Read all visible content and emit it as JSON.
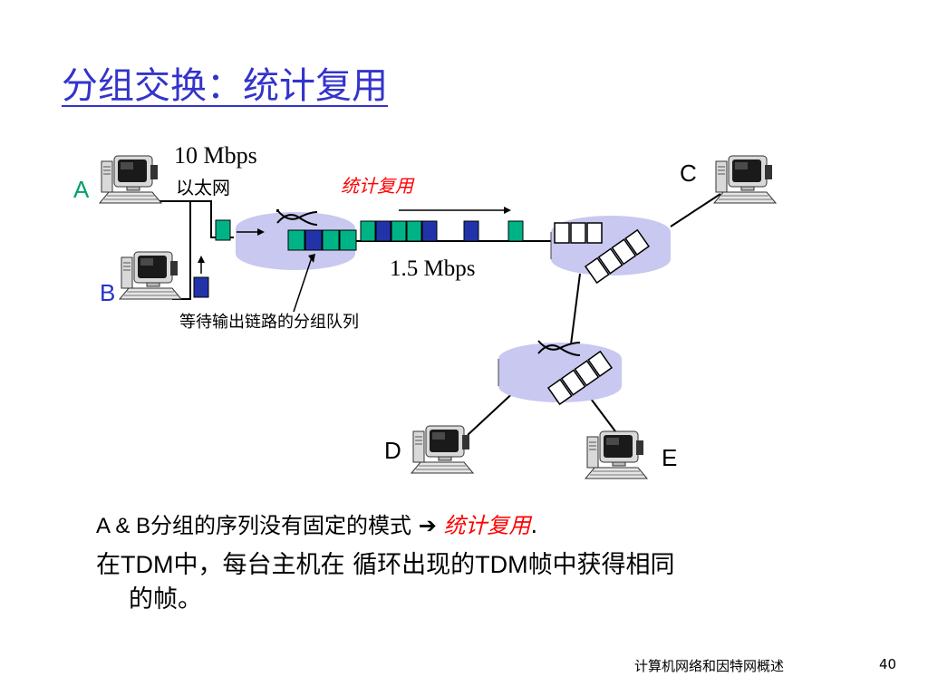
{
  "title": "分组交换：统计复用",
  "diagram": {
    "link_a_speed": "10 Mbps",
    "link_a_type": "以太网",
    "stat_mux_label": "统计复用",
    "link_speed": "1.5 Mbps",
    "queue_label": "等待输出链路的分组队列",
    "hosts": {
      "a": "A",
      "b": "B",
      "c": "C",
      "d": "D",
      "e": "E"
    }
  },
  "bullets": {
    "b1_ab": "A & B",
    "b1_text": "分组的序列没有固定的模式",
    "b1_arrow": "➔",
    "b1_em": "统计复用",
    "b1_end": ".",
    "b2_a": "在",
    "b2_tdm1": "TDM",
    "b2_b": "中，每台主机在 循环出现的",
    "b2_tdm2": "TDM",
    "b2_c": "帧中获得相同",
    "b2_d": "的帧。"
  },
  "footer": {
    "text": "计算机网络和因特网概述",
    "page": "40"
  },
  "colors": {
    "title": "#3333cc",
    "router": "#c8c8f0",
    "packet_green": "#00b386",
    "packet_blue": "#2233aa",
    "red": "#ff0000"
  }
}
